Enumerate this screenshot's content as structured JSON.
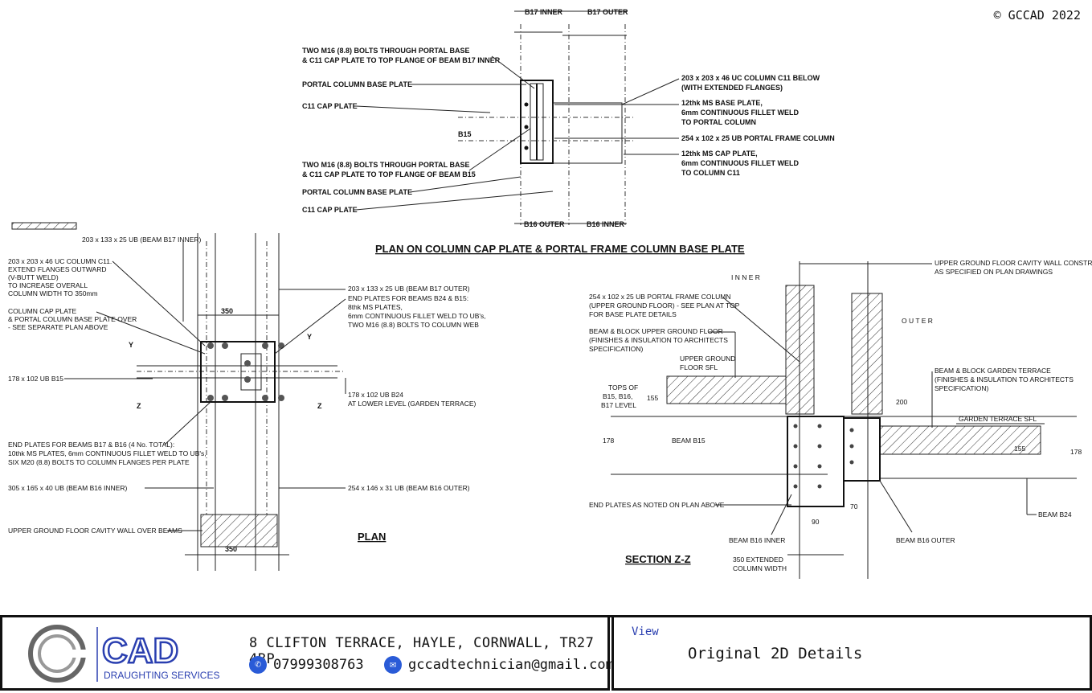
{
  "copyright": "© GCCAD 2022",
  "plan_top": {
    "title": "PLAN ON COLUMN CAP PLATE & PORTAL FRAME COLUMN BASE PLATE",
    "dim_b17_inner": "B17 INNER",
    "dim_b17_outer": "B17 OUTER",
    "dim_b16_outer": "B16 OUTER",
    "dim_b16_inner": "B16 INNER",
    "dim_b15": "B15",
    "left_notes": [
      "TWO M16 (8.8) BOLTS THROUGH PORTAL BASE",
      "& C11 CAP PLATE TO TOP FLANGE OF BEAM B17 INNER",
      "PORTAL COLUMN BASE PLATE",
      "C11 CAP PLATE",
      "TWO M16 (8.8) BOLTS THROUGH PORTAL BASE",
      "& C11 CAP PLATE TO TOP FLANGE OF BEAM B15",
      "PORTAL COLUMN BASE PLATE",
      "C11 CAP PLATE"
    ],
    "right_notes": [
      "203 x 203 x 46 UC COLUMN C11 BELOW",
      "(WITH EXTENDED FLANGES)",
      "12thk MS BASE PLATE,",
      "6mm CONTINUOUS FILLET WELD",
      "TO PORTAL COLUMN",
      "254 x 102 x 25 UB PORTAL FRAME COLUMN",
      "12thk MS CAP PLATE,",
      "6mm CONTINUOUS FILLET WELD",
      "TO COLUMN C11"
    ]
  },
  "plan": {
    "title": "PLAN",
    "notes_left": [
      "203 x 203 x 46 UC COLUMN C11.",
      "EXTEND FLANGES OUTWARD",
      "(V-BUTT WELD)",
      "TO INCREASE OVERALL",
      "COLUMN WIDTH TO 350mm",
      "COLUMN CAP PLATE",
      "& PORTAL COLUMN BASE PLATE OVER",
      "- SEE SEPARATE PLAN ABOVE",
      "178 x 102 UB B15",
      "END PLATES FOR BEAMS B17 & B16 (4 No. TOTAL):",
      "10thk MS PLATES, 6mm CONTINUOUS FILLET WELD TO UB's,",
      "SIX M20 (8.8) BOLTS TO COLUMN FLANGES PER PLATE",
      "305 x 165 x 40 UB (BEAM B16 INNER)",
      "UPPER GROUND FLOOR CAVITY WALL OVER BEAMS"
    ],
    "note_top": "203 x 133 x 25 UB (BEAM B17 INNER)",
    "notes_right": [
      "203 x 133 x 25 UB (BEAM B17 OUTER)",
      "END PLATES FOR BEAMS B24 & B15:",
      "8thk MS PLATES,",
      "6mm CONTINUOUS FILLET WELD TO UB's,",
      "TWO M16 (8.8) BOLTS TO COLUMN WEB",
      "178 x 102 UB B24",
      "AT LOWER LEVEL (GARDEN TERRACE)",
      "254 x 146 x 31 UB (BEAM B16 OUTER)"
    ],
    "dim_350_top": "350",
    "dim_350_bottom": "350",
    "sec_y": "Y",
    "sec_z": "Z"
  },
  "section": {
    "title": "SECTION Z-Z",
    "inner": "I N N E R",
    "outer": "O U T E R",
    "notes": [
      "UPPER GROUND FLOOR CAVITY WALL CONSTRUCTION",
      "AS SPECIFIED ON PLAN DRAWINGS",
      "254 x 102 x 25 UB PORTAL FRAME COLUMN",
      "(UPPER GROUND FLOOR) - SEE PLAN AT TOP",
      "FOR BASE PLATE DETAILS",
      "BEAM & BLOCK UPPER GROUND FLOOR",
      "(FINISHES & INSULATION TO ARCHITECTS",
      "SPECIFICATION)",
      "UPPER GROUND",
      "FLOOR SFL",
      "TOPS OF",
      "B15, B16,",
      "B17 LEVEL",
      "BEAM & BLOCK GARDEN TERRACE",
      "(FINISHES & INSULATION TO ARCHITECTS",
      "SPECIFICATION)",
      "GARDEN TERRACE SFL",
      "BEAM B15",
      "END PLATES AS NOTED ON PLAN ABOVE",
      "BEAM B24",
      "BEAM B16 INNER",
      "BEAM B16 OUTER",
      "350 EXTENDED",
      "COLUMN WIDTH"
    ],
    "dims": [
      "155",
      "200",
      "178",
      "155",
      "178",
      "70",
      "90"
    ]
  },
  "titleblock": {
    "logo_text": "CAD",
    "logo_sub": "DRAUGHTING SERVICES",
    "address": "8 CLIFTON TERRACE, HAYLE, CORNWALL, TR27 4BP",
    "phone": "07999308763",
    "email": "gccadtechnician@gmail.com",
    "view_label": "View",
    "view_value": "Original 2D Details",
    "colors": {
      "logo_blue": "#2a3fb0",
      "icon_blue": "#2a5bd7"
    },
    "icons": [
      "phone-icon",
      "email-icon"
    ]
  }
}
